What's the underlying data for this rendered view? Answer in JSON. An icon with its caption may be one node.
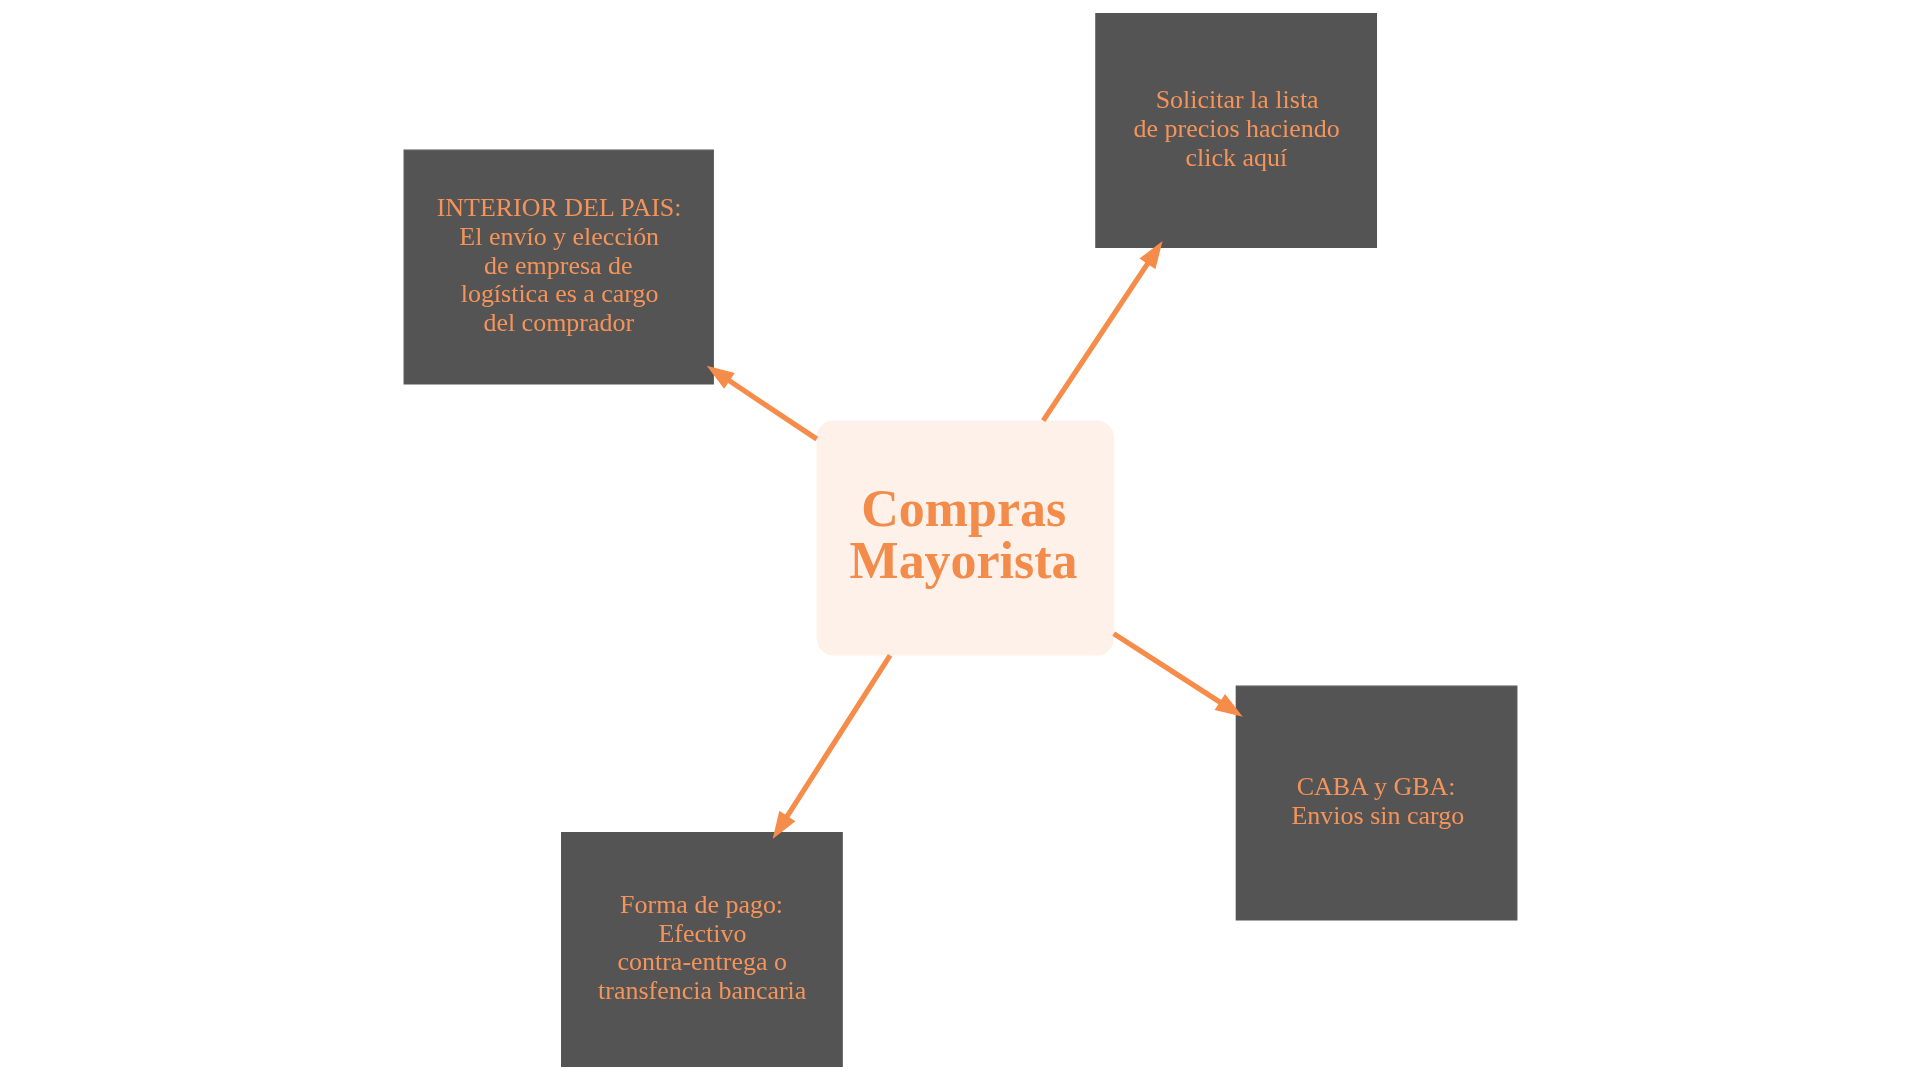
{
  "diagram": {
    "nodes": [
      {
        "text": [
          "Compras Mayorista"
        ]
      },
      {
        "text": [
          "CABA y GBA:",
          "Envios sin cargo"
        ]
      },
      {
        "text": [
          "Forma de pago:",
          "Efectivo contra-entrega o transfencia bancaria"
        ]
      },
      {
        "text": [
          "INTERIOR DEL PAIS:",
          "El envío y elección de empresa de logística es a cargo del comprador"
        ]
      },
      {
        "text": [
          "Solicitar la lista de precios haciendo click aquí"
        ]
      }
    ],
    "edges": [
      {
        "from": 0,
        "to": 1,
        "arrow": "to"
      },
      {
        "from": 0,
        "to": 2,
        "arrow": "to"
      },
      {
        "from": 0,
        "to": 3,
        "arrow": "to"
      },
      {
        "from": 0,
        "to": 4,
        "arrow": "to"
      }
    ]
  }
}
